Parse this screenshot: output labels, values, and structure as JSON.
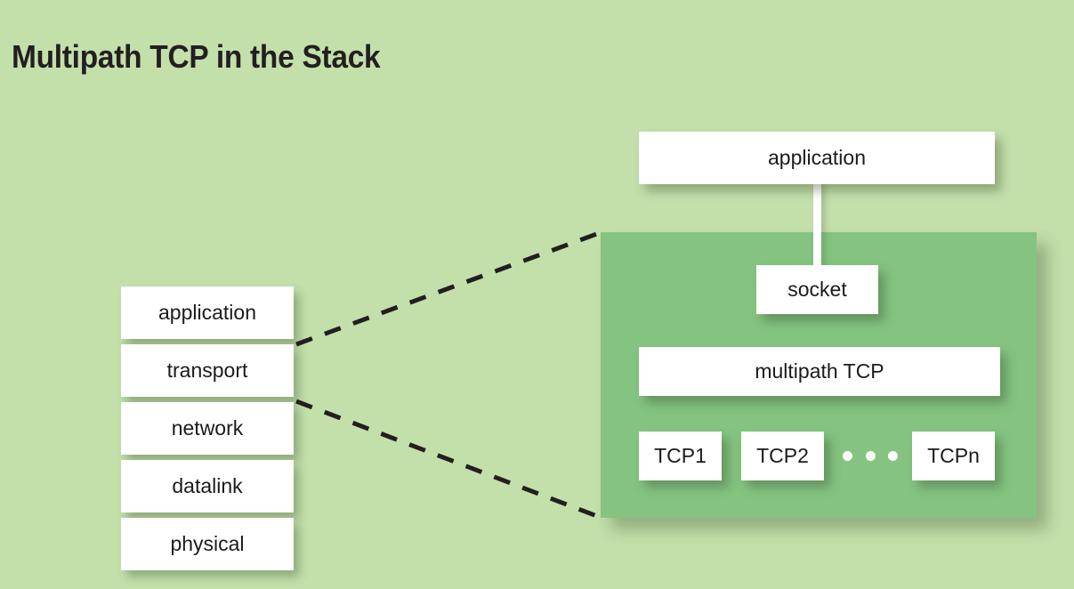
{
  "slide": {
    "title": "Multipath TCP in the Stack",
    "background_color": "#c3e0ab",
    "panel_color": "#84c480",
    "box_color": "#ffffff",
    "text_color": "#1b1b1b",
    "title_color": "#231f20",
    "line_color": "#231f20"
  },
  "left_stack": {
    "layers": [
      {
        "label": "application"
      },
      {
        "label": "transport"
      },
      {
        "label": "network"
      },
      {
        "label": "datalink"
      },
      {
        "label": "physical"
      }
    ]
  },
  "detail": {
    "application": {
      "label": "application"
    },
    "socket": {
      "label": "socket"
    },
    "multipath_tcp": {
      "label": "multipath TCP"
    },
    "subflows": [
      {
        "label": "TCP1"
      },
      {
        "label": "TCP2"
      },
      {
        "label": "TCPn"
      }
    ],
    "ellipsis_dots": 3
  },
  "callout": {
    "style": "dashed",
    "from_layer": "transport",
    "to": "detail-panel"
  }
}
